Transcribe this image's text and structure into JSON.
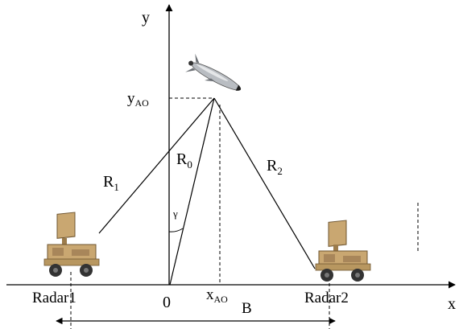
{
  "diagram": {
    "axes": {
      "x": "x",
      "y": "y",
      "origin": "0"
    },
    "target": {
      "y_label_base": "y",
      "y_label_sub": "AO",
      "x_label_base": "x",
      "x_label_sub": "AO"
    },
    "ranges": {
      "R1": {
        "base": "R",
        "sub": "1"
      },
      "R0": {
        "base": "R",
        "sub": "0"
      },
      "R2": {
        "base": "R",
        "sub": "2"
      }
    },
    "angle_label": "γ",
    "radar1_label": "Radar1",
    "radar2_label": "Radar2",
    "baseline_label": "B",
    "colors": {
      "lines": "#000000",
      "radar_body": "#c9a771",
      "missile_body": "#b9bdc2"
    },
    "icons": {
      "aircraft": "missile-icon",
      "radar_left": "radar-vehicle-icon",
      "radar_right": "radar-vehicle-icon"
    }
  }
}
